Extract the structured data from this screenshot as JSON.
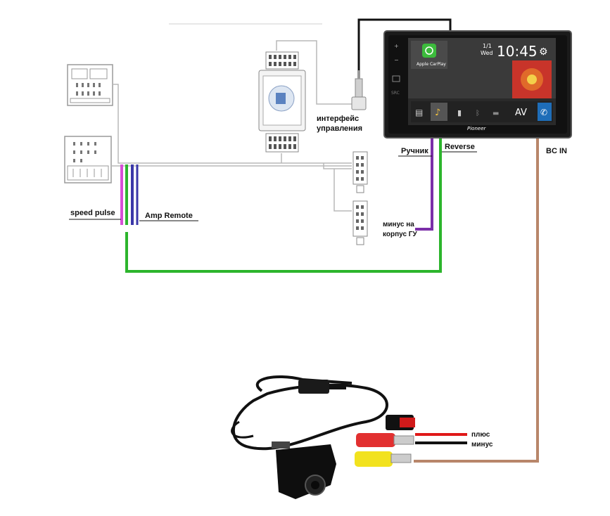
{
  "labels": {
    "interface_line1": "интерфейс",
    "interface_line2": "управления",
    "handbrake": "Ручник",
    "reverse": "Reverse",
    "bc_in": "BC IN",
    "speed_pulse": "speed pulse",
    "amp_remote": "Amp Remote",
    "ground_line1": "минус на",
    "ground_line2": "корпус ГУ",
    "plus": "плюс",
    "minus": "минус"
  },
  "head_unit": {
    "time": "10:45",
    "date_top": "1/1",
    "date_bottom": "Wed",
    "app_label": "Apple CarPlay",
    "av_button": "AV",
    "brand": "Pioneer"
  },
  "colors": {
    "green_wire": "#2cb52c",
    "purple_wire": "#7b2fa8",
    "brown_wire": "#b8866a",
    "pink_wire": "#d64fd6",
    "blue_wire": "#3a37a8",
    "red_wire": "#e01818",
    "black_wire": "#111111",
    "gray_wire": "#b8b8b8"
  }
}
